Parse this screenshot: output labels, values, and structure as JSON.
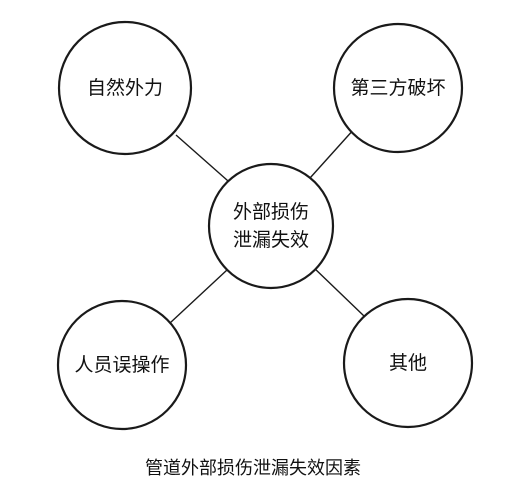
{
  "diagram": {
    "center": {
      "line1": "外部损伤",
      "line2": "泄漏失效"
    },
    "nodes": {
      "top_left": "自然外力",
      "top_right": "第三方破坏",
      "bottom_left": "人员误操作",
      "bottom_right": "其他"
    },
    "caption": "管道外部损伤泄漏失效因素"
  },
  "colors": {
    "stroke": "#1a1a1a",
    "text": "#111111",
    "background": "#ffffff"
  }
}
